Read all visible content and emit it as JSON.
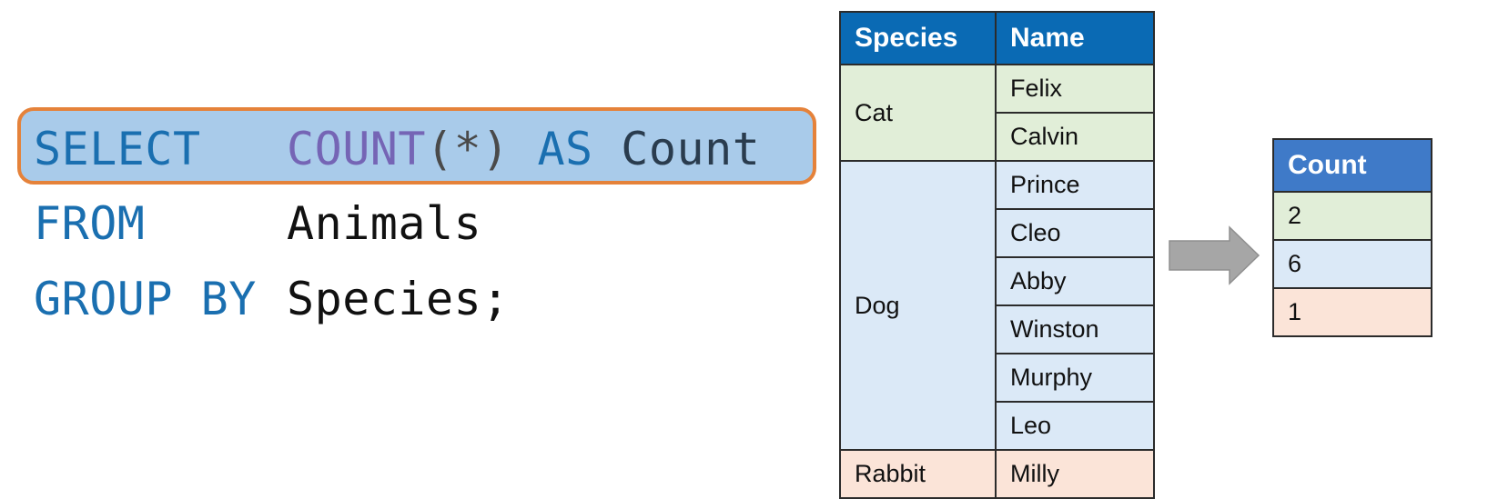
{
  "query": {
    "select_keyword": "SELECT",
    "count_function": "COUNT",
    "open_paren": "(",
    "star": "*",
    "close_paren": ")",
    "as_keyword": "AS",
    "alias": "Count",
    "from_keyword": "FROM",
    "table_name": "Animals",
    "group_keyword": "GROUP BY",
    "group_column": "Species",
    "terminator": ";"
  },
  "source_table": {
    "headers": [
      "Species",
      "Name"
    ],
    "groups": [
      {
        "species": "Cat",
        "names": [
          "Felix",
          "Calvin"
        ],
        "color": "#e1eed8"
      },
      {
        "species": "Dog",
        "names": [
          "Prince",
          "Cleo",
          "Abby",
          "Winston",
          "Murphy",
          "Leo"
        ],
        "color": "#dbe9f7"
      },
      {
        "species": "Rabbit",
        "names": [
          "Milly"
        ],
        "color": "#fbe4d8"
      }
    ]
  },
  "result_table": {
    "header": "Count",
    "rows": [
      "2",
      "6",
      "1"
    ]
  },
  "colors": {
    "keyword": "#1a6fb0",
    "function": "#7565b5",
    "highlight_fill": "#a9cbea",
    "highlight_border": "#e5823a",
    "header_fill": "#0a6ab4",
    "result_header_fill": "#3f7ac8",
    "arrow": "#a6a6a6"
  }
}
